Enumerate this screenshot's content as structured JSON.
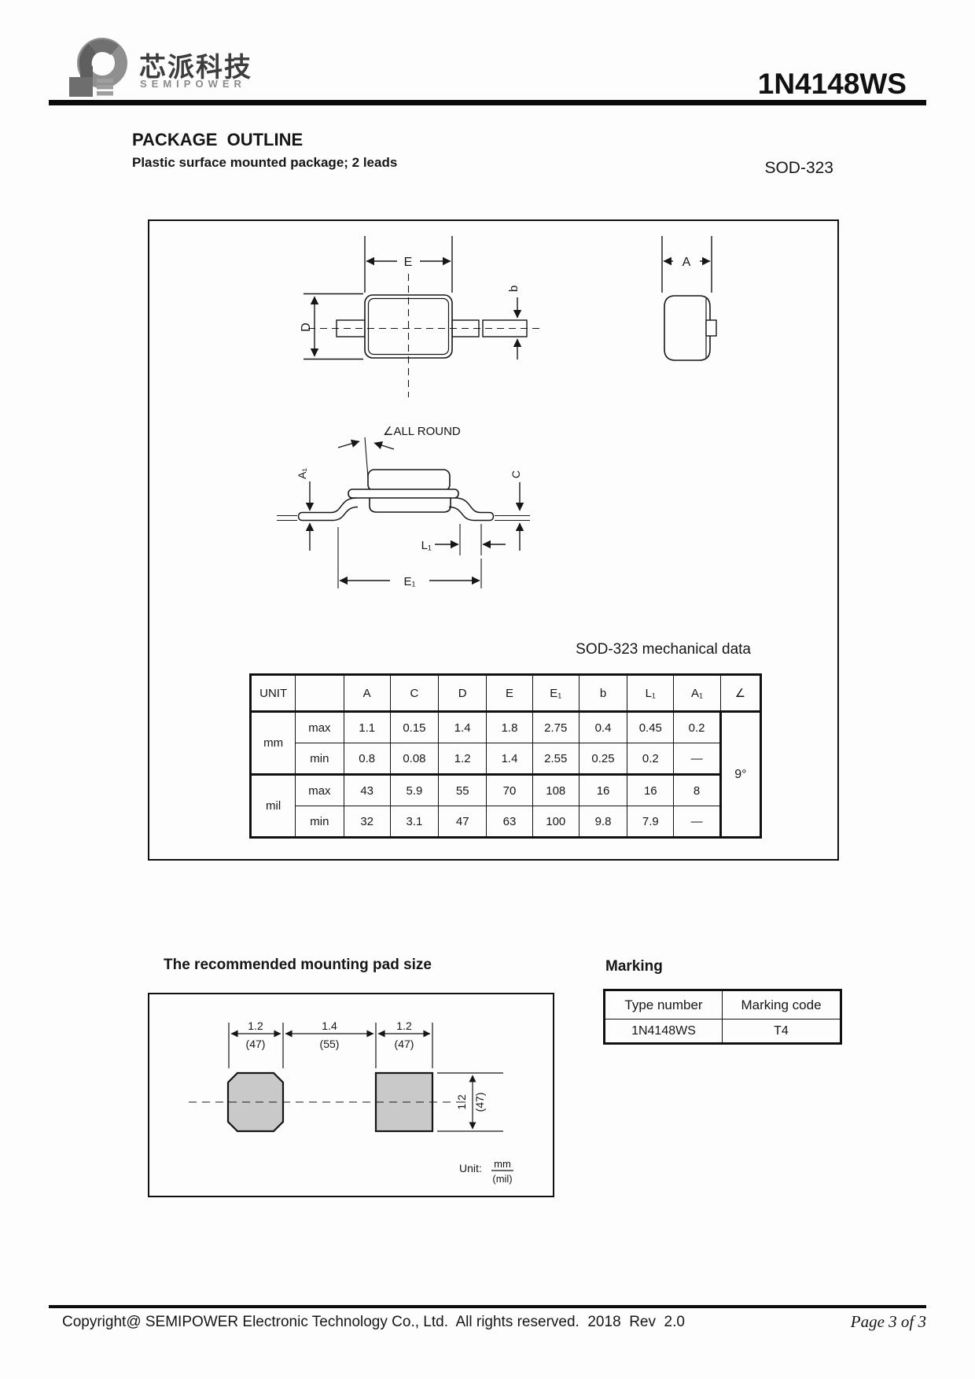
{
  "header": {
    "logo_cn": "芯派科技",
    "logo_en": "SEMIPOWER",
    "part_number": "1N4148WS"
  },
  "package_section": {
    "title": "PACKAGE  OUTLINE",
    "subtitle": "Plastic surface mounted package; 2 leads",
    "package_name": "SOD-323"
  },
  "outline_drawing": {
    "dim_E": "E",
    "dim_D": "D",
    "dim_b": "b",
    "dim_A": "A",
    "all_round": "∠ALL ROUND",
    "dim_A1": "A₁",
    "dim_C": "C",
    "dim_L1": "L₁",
    "dim_E1": "E₁"
  },
  "mech_table": {
    "caption": "SOD-323 mechanical data",
    "col_headers": [
      "UNIT",
      "",
      "A",
      "C",
      "D",
      "E",
      "E₁",
      "b",
      "L₁",
      "A₁",
      "∠"
    ],
    "angle_value": "9°",
    "groups": [
      {
        "unit": "mm",
        "rows": [
          {
            "limit": "max",
            "values": [
              "1.1",
              "0.15",
              "1.4",
              "1.8",
              "2.75",
              "0.4",
              "0.45",
              "0.2"
            ]
          },
          {
            "limit": "min",
            "values": [
              "0.8",
              "0.08",
              "1.2",
              "1.4",
              "2.55",
              "0.25",
              "0.2",
              "—"
            ]
          }
        ]
      },
      {
        "unit": "mil",
        "rows": [
          {
            "limit": "max",
            "values": [
              "43",
              "5.9",
              "55",
              "70",
              "108",
              "16",
              "16",
              "8"
            ]
          },
          {
            "limit": "min",
            "values": [
              "32",
              "3.1",
              "47",
              "63",
              "100",
              "9.8",
              "7.9",
              "—"
            ]
          }
        ]
      }
    ]
  },
  "pad_section": {
    "title": "The recommended mounting pad size",
    "dim_left_mm": "1.2",
    "dim_left_mil": "(47)",
    "dim_mid_mm": "1.4",
    "dim_mid_mil": "(55)",
    "dim_right_mm": "1.2",
    "dim_right_mil": "(47)",
    "dim_height_mm": "1.2",
    "dim_height_mil": "(47)",
    "unit_label": "Unit:",
    "unit_numerator": "mm",
    "unit_denominator": "(mil)"
  },
  "marking": {
    "title": "Marking",
    "col_headers": [
      "Type number",
      "Marking code"
    ],
    "rows": [
      {
        "type_number": "1N4148WS",
        "marking_code": "T4"
      }
    ]
  },
  "footer": {
    "copyright": "Copyright@ SEMIPOWER Electronic Technology Co., Ltd.  All rights reserved.  2018  Rev  2.0",
    "page": "Page 3 of 3"
  }
}
